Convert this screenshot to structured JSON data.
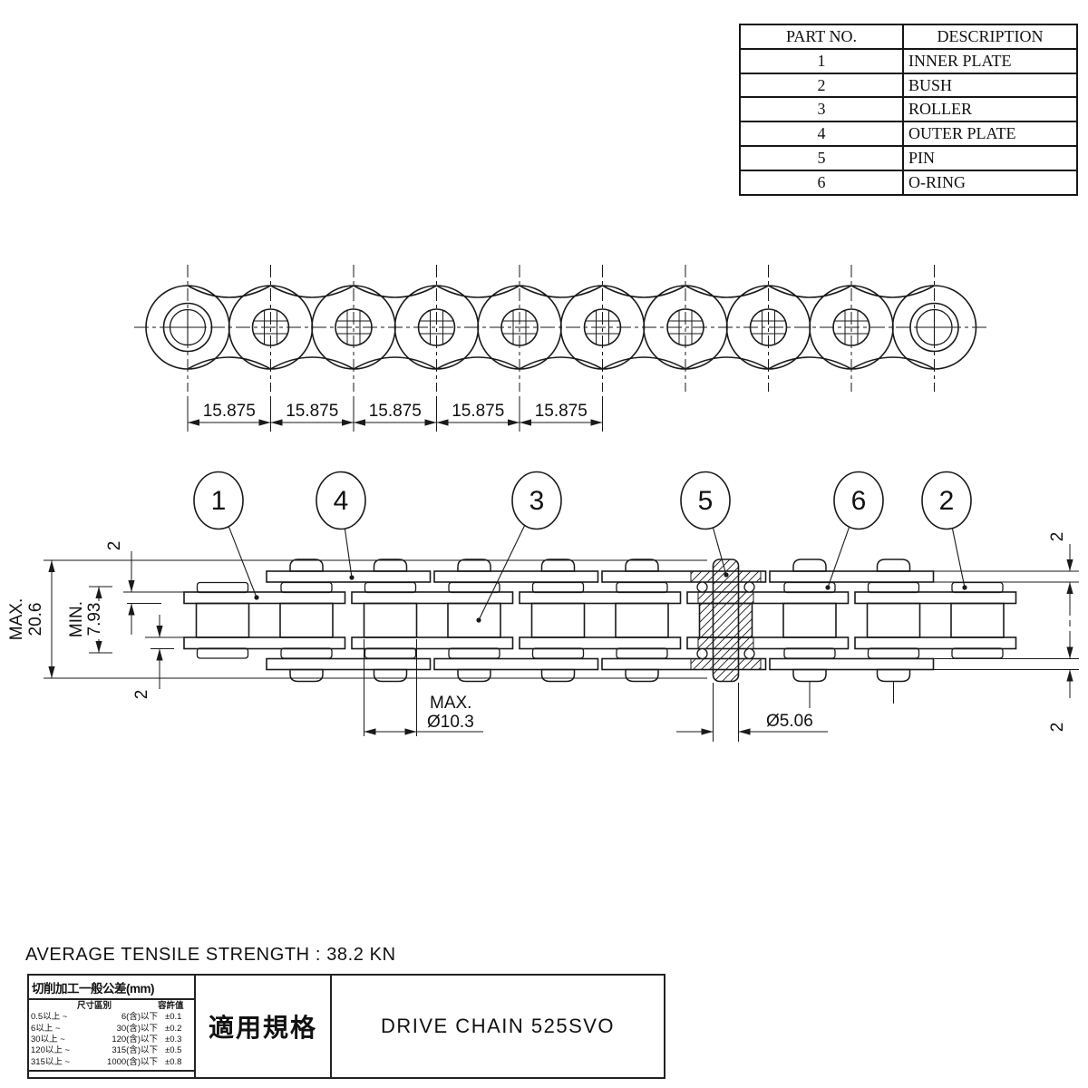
{
  "line_color": "#1a1a1a",
  "parts_table": {
    "headers": [
      "PART NO.",
      "DESCRIPTION"
    ],
    "rows": [
      [
        "1",
        "INNER PLATE"
      ],
      [
        "2",
        "BUSH"
      ],
      [
        "3",
        "ROLLER"
      ],
      [
        "4",
        "OUTER PLATE"
      ],
      [
        "5",
        "PIN"
      ],
      [
        "6",
        "O-RING"
      ]
    ]
  },
  "drawing": {
    "pitch_label": "15.875",
    "pitch_count": 5,
    "callouts": [
      "1",
      "4",
      "3",
      "5",
      "6",
      "2"
    ],
    "dim_overall": {
      "prefix": "MAX.",
      "value": "20.6"
    },
    "dim_inner_width": {
      "prefix": "MIN.",
      "value": "7.93"
    },
    "dim_plate_thickness": "2",
    "dim_roller": {
      "prefix": "MAX.",
      "value": "Ø10.3"
    },
    "dim_pin": {
      "value": "Ø5.06"
    }
  },
  "footer": {
    "tensile_strength": "AVERAGE TENSILE STRENGTH : 38.2 KN",
    "tolerance_table": {
      "title": "切削加工一般公差(mm)",
      "range_header": "尺寸區別",
      "value_header": "容許值",
      "rows": [
        {
          "from": "0.5以上 ~",
          "to": "6(含)以下",
          "tol": "±0.1"
        },
        {
          "from": "6以上 ~",
          "to": "30(含)以下",
          "tol": "±0.2"
        },
        {
          "from": "30以上 ~",
          "to": "120(含)以下",
          "tol": "±0.3"
        },
        {
          "from": "120以上 ~",
          "to": "315(含)以下",
          "tol": "±0.5"
        },
        {
          "from": "315以上 ~",
          "to": "1000(含)以下",
          "tol": "±0.8"
        }
      ]
    },
    "spec_label": "適用規格",
    "spec_value": "DRIVE CHAIN 525SVO"
  }
}
